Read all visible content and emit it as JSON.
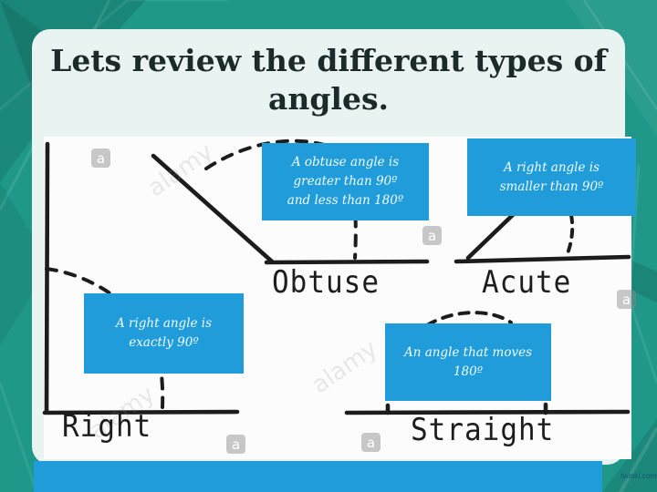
{
  "title": {
    "text": "Lets review the different types of\nangles."
  },
  "callouts": {
    "obtuse": "A obtuse angle is\ngreater than 90º\nand less than 180º",
    "acute": "A right angle is\nsmaller than 90º",
    "right": "A right angle is\nexactly 90º",
    "straight": "An angle that moves\n180º"
  },
  "labels": {
    "obtuse": "Obtuse",
    "acute": "Acute",
    "right": "Right",
    "straight": "Straight"
  },
  "watermarks": {
    "letter": "a",
    "brand": "alamy",
    "site": "twinkl.com"
  },
  "colors": {
    "background_teal": "#1f9889",
    "banner_mint": "#e9f3f1",
    "callout_blue": "#1f9cd9",
    "ink": "#1c1c1c",
    "title_text": "#1d2a2b"
  }
}
